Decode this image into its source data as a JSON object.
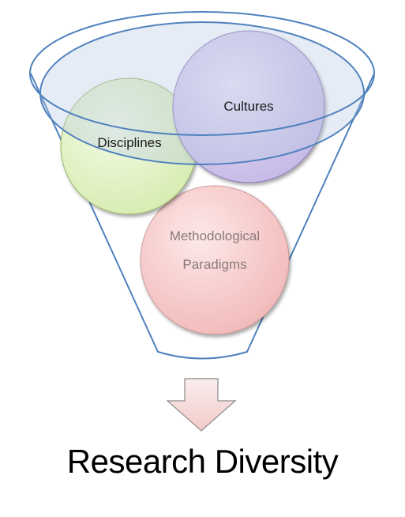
{
  "diagram": {
    "circles": [
      {
        "id": "disciplines",
        "label": "Disciplines",
        "color": "#e6f5c8"
      },
      {
        "id": "cultures",
        "label": "Cultures",
        "color": "#d9cff0"
      },
      {
        "id": "methodological",
        "label_lines": [
          "Methodological",
          "Paradigms"
        ],
        "color": "#f8d2d2"
      }
    ],
    "funnel_color": "#4f81bd",
    "caption": "Research Diversity"
  }
}
